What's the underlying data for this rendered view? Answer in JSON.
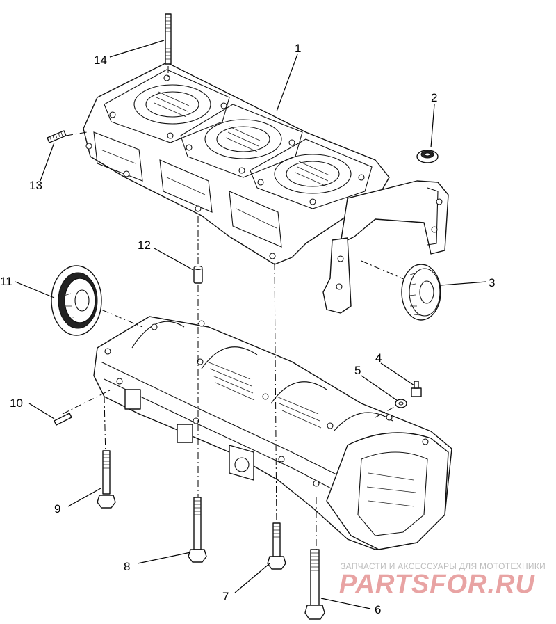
{
  "callouts": [
    "1",
    "2",
    "3",
    "4",
    "5",
    "6",
    "7",
    "8",
    "9",
    "10",
    "11",
    "12",
    "13",
    "14"
  ],
  "watermark": {
    "subtitle": "ЗАПЧАСТИ И АКСЕССУАРЫ ДЛЯ МОТОТЕХНИКИ",
    "logo": "PARTSFOR.RU"
  }
}
